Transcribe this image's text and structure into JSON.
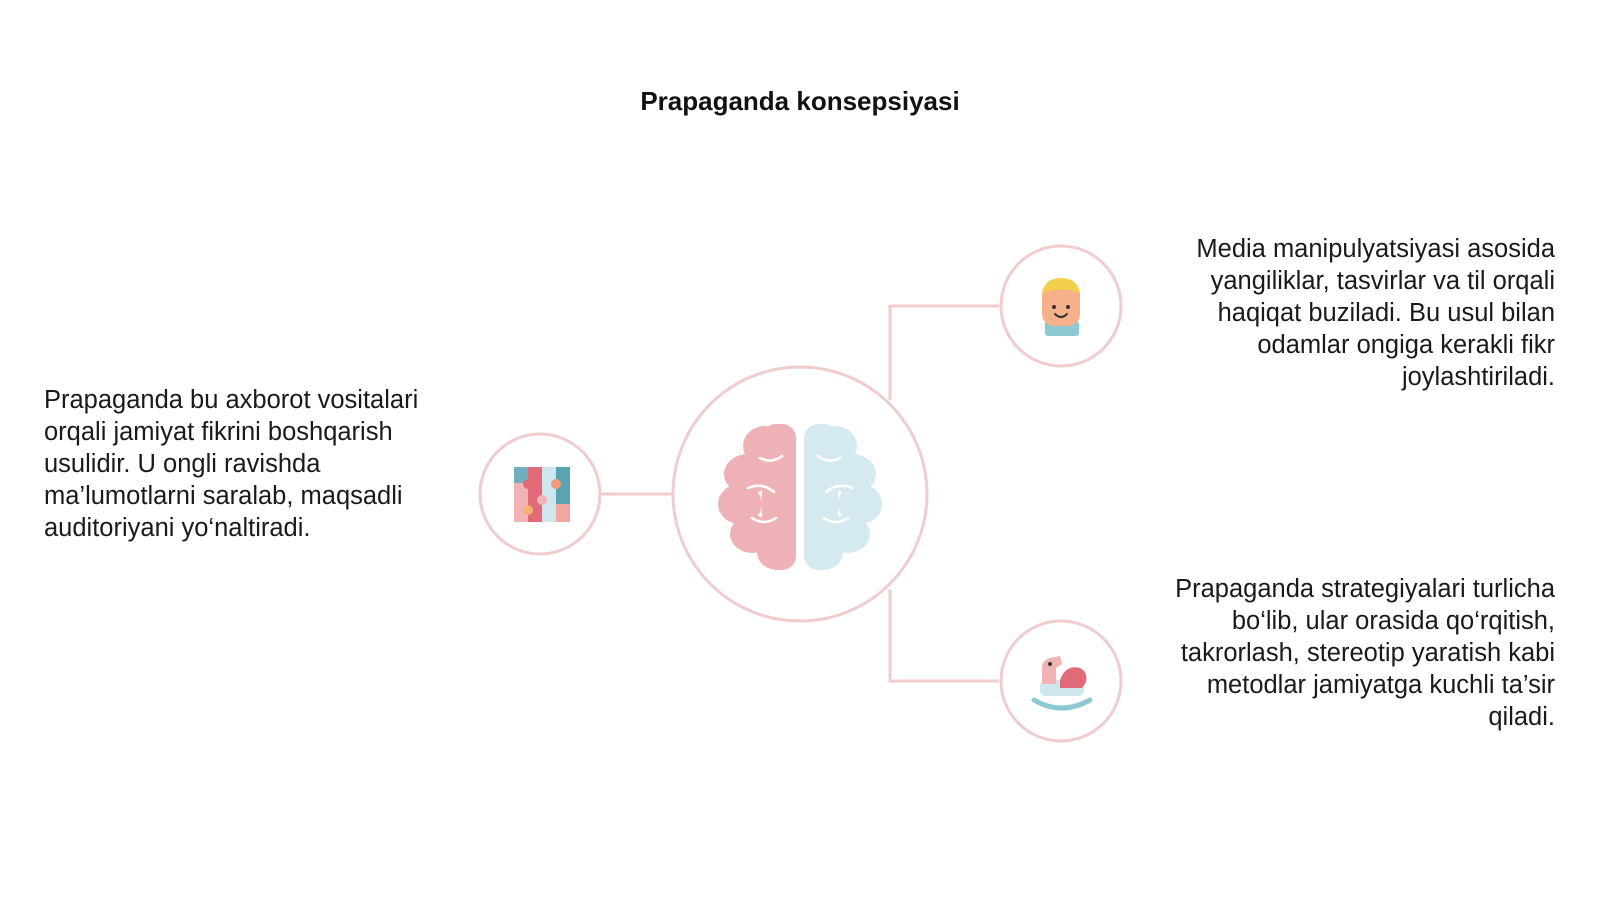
{
  "title": "Prapaganda konsepsiyasi",
  "colors": {
    "ring": "#f0cccc",
    "pink": "#e9a3a8",
    "blue": "#cfe6ee",
    "text": "#1a1a1a"
  },
  "nodes": [
    {
      "id": "left",
      "icon": "puzzle-icon",
      "text": "Prapaganda bu axborot vositalari orqali jamiyat fikrini boshqarish usulidir. U ongli ravishda ma’lumotlarni saralab, maqsadli auditoriyani yo‘naltiradi."
    },
    {
      "id": "top-right",
      "icon": "child-face-icon",
      "text": "Media manipulyatsiyasi asosida yangiliklar, tasvirlar va til orqali haqiqat buziladi. Bu usul bilan odamlar ongiga kerakli fikr joylashtiriladi."
    },
    {
      "id": "bottom-right",
      "icon": "rocking-horse-icon",
      "text": "Prapaganda strategiyalari turlicha bo‘lib, ular orasida qo‘rqitish, takrorlash, stereotip yaratish kabi metodlar jamiyatga kuchli ta’sir qiladi."
    }
  ],
  "center_icon": "brain-icon"
}
